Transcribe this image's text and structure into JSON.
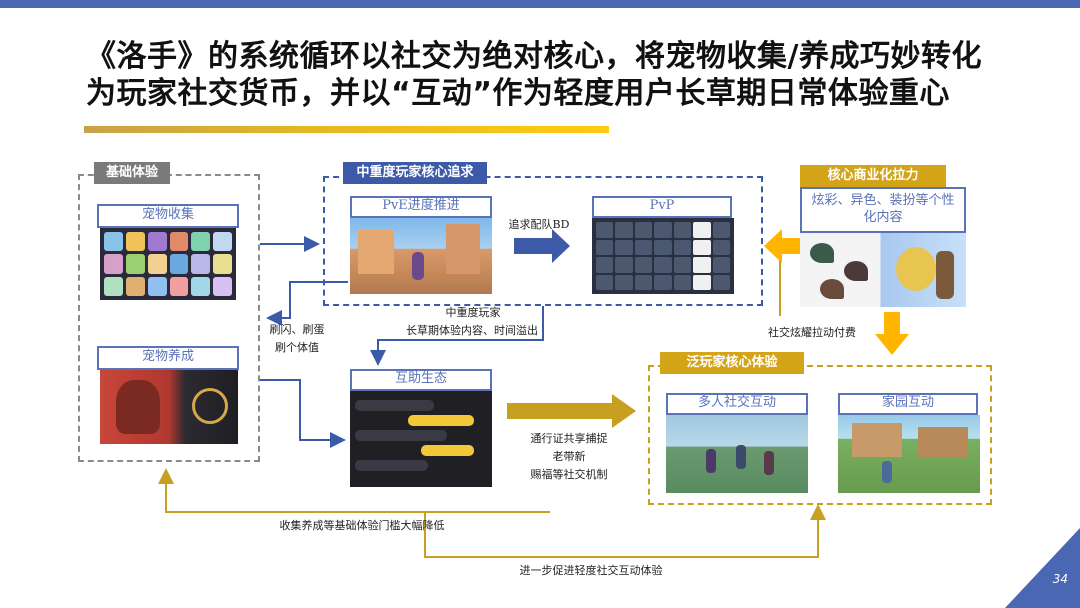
{
  "title_line1": "《洛手》的系统循环以社交为绝对核心，将宠物收集/养成巧妙转化",
  "title_line2": "为玩家社交货币，并以“互动”作为轻度用户长草期日常体验重心",
  "sections": {
    "basic": "基础体验",
    "core": "中重度玩家核心追求",
    "commercial": "核心商业化拉力",
    "casual": "泛玩家核心体验"
  },
  "nodes": {
    "pet_collect": "宠物收集",
    "pet_raise": "宠物养成",
    "pve": "PvE进度推进",
    "pvp": "PvP",
    "mutual": "互助生态",
    "multi_social": "多人社交互动",
    "home": "家园互动",
    "commercial_desc": "炫彩、异色、装扮等个性化内容"
  },
  "notes": {
    "pursue_bd": "追求配队BD",
    "brush_1": "刷闪、刷蛋",
    "brush_2": "刷个体值",
    "mid_heavy_1": "中重度玩家",
    "mid_heavy_2": "长草期体验内容、时间溢出",
    "social_pay": "社交炫耀拉动付费",
    "pass_1": "通行证共享捕捉",
    "pass_2": "老带新",
    "pass_3": "赐福等社交机制",
    "bottom_1": "收集养成等基础体验门槛大幅降低",
    "bottom_2": "进一步促进轻度社交互动体验"
  },
  "page_number": "34"
}
